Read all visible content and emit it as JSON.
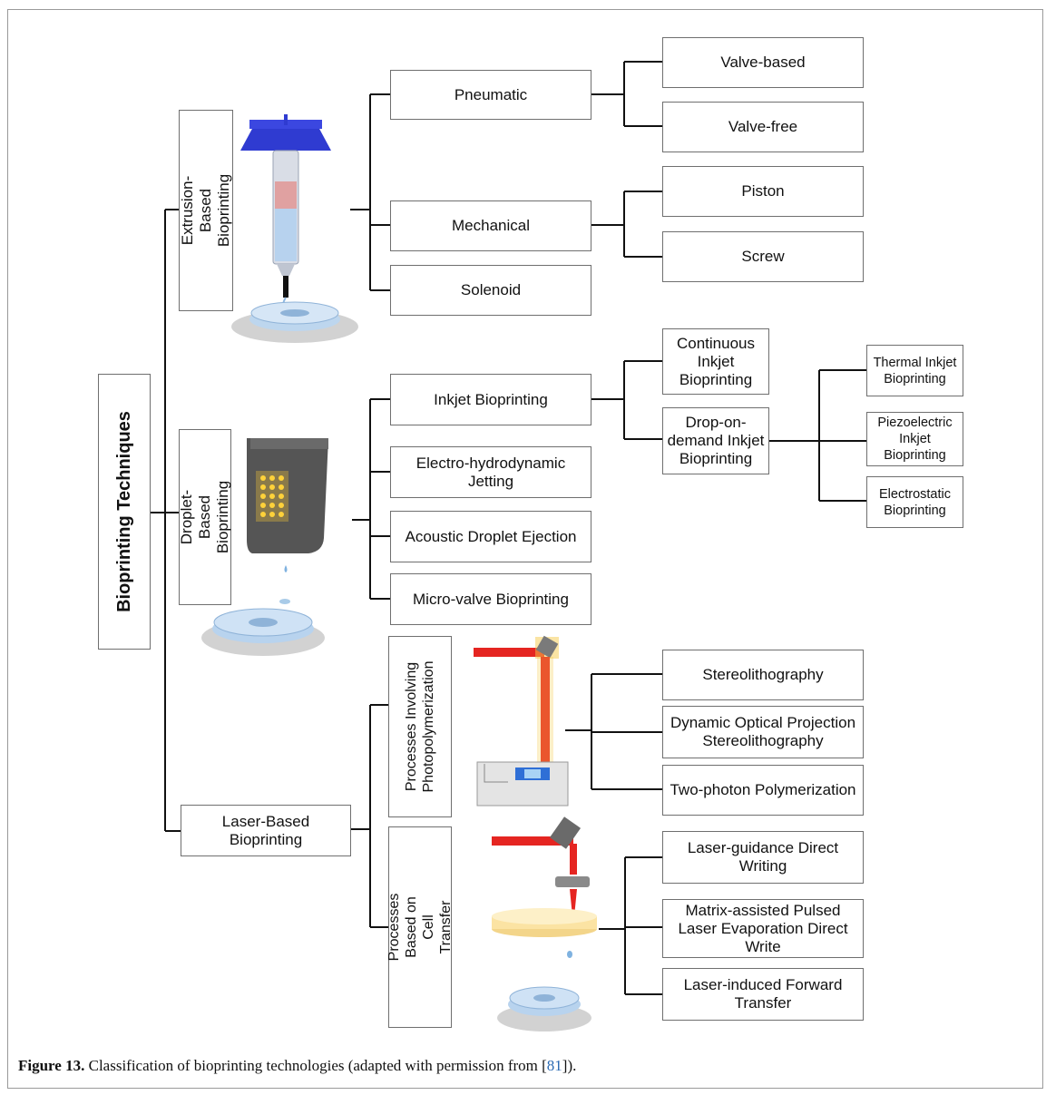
{
  "root": {
    "label": "Bioprinting Techniques"
  },
  "extrusion": {
    "label": "Extrusion-Based\nBioprinting",
    "pneumatic": "Pneumatic",
    "mechanical": "Mechanical",
    "solenoid": "Solenoid",
    "valve_based": "Valve-based",
    "valve_free": "Valve-free",
    "piston": "Piston",
    "screw": "Screw"
  },
  "droplet": {
    "label": "Droplet-Based\nBioprinting",
    "inkjet": "Inkjet Bioprinting",
    "ehd": "Electro-hydrodynamic Jetting",
    "ade": "Acoustic Droplet Ejection",
    "micro_valve": "Micro-valve Bioprinting",
    "continuous": "Continuous Inkjet Bioprinting",
    "dod": "Drop-on-demand Inkjet Bioprinting",
    "thermal": "Thermal Inkjet Bioprinting",
    "piezo": "Piezoelectric Inkjet Bioprinting",
    "electrostatic": "Electrostatic Bioprinting"
  },
  "laser": {
    "label": "Laser-Based Bioprinting",
    "photo": "Processes Involving\nPhotopolymerization",
    "cell": "Processes Based on Cell\nTransfer",
    "sla": "Stereolithography",
    "dops": "Dynamic Optical Projection Stereolithography",
    "tpp": "Two-photon Polymerization",
    "lgdw": "Laser-guidance Direct Writing",
    "maple": "Matrix-assisted Pulsed Laser Evaporation Direct Write",
    "lift": "Laser-induced Forward Transfer"
  },
  "caption": {
    "label": "Figure 13.",
    "text": "Classification of bioprinting technologies (adapted with permission from [",
    "ref": "81",
    "end": "])."
  },
  "colors": {
    "line": "#111111",
    "box_border": "#6f6f6f",
    "link": "#2a6ab3",
    "laser": "#e52521",
    "gel": "#a9cbe8"
  }
}
